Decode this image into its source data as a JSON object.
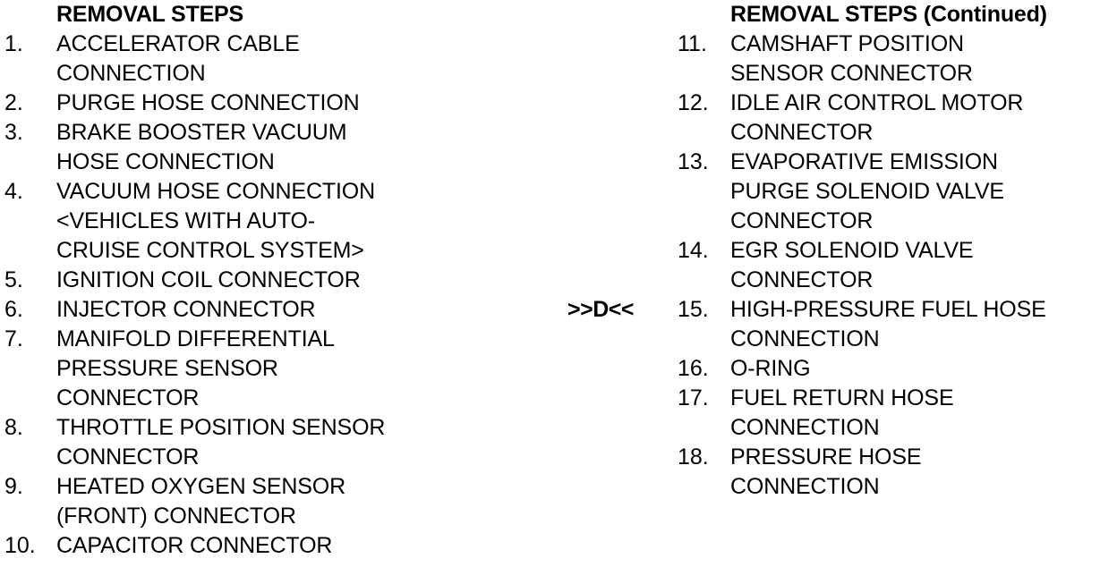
{
  "page": {
    "background_color": "#ffffff",
    "text_color": "#000000"
  },
  "left_column": {
    "heading": "REMOVAL STEPS",
    "steps": [
      {
        "number": "1.",
        "lines": [
          "ACCELERATOR CABLE",
          "CONNECTION"
        ]
      },
      {
        "number": "2.",
        "lines": [
          "PURGE HOSE CONNECTION"
        ]
      },
      {
        "number": "3.",
        "lines": [
          "BRAKE BOOSTER VACUUM",
          "HOSE CONNECTION"
        ]
      },
      {
        "number": "4.",
        "lines": [
          "VACUUM HOSE CONNECTION",
          "<VEHICLES WITH AUTO-",
          "CRUISE CONTROL SYSTEM>"
        ]
      },
      {
        "number": "5.",
        "lines": [
          "IGNITION COIL CONNECTOR"
        ]
      },
      {
        "number": "6.",
        "lines": [
          "INJECTOR CONNECTOR"
        ]
      },
      {
        "number": "7.",
        "lines": [
          "MANIFOLD DIFFERENTIAL",
          "PRESSURE SENSOR",
          "CONNECTOR"
        ]
      },
      {
        "number": "8.",
        "lines": [
          "THROTTLE POSITION SENSOR",
          "CONNECTOR"
        ]
      },
      {
        "number": "9.",
        "lines": [
          "HEATED OXYGEN SENSOR",
          "(FRONT) CONNECTOR"
        ]
      },
      {
        "number": "10.",
        "lines": [
          "CAPACITOR CONNECTOR"
        ]
      }
    ]
  },
  "right_column": {
    "heading": "REMOVAL STEPS (Continued)",
    "steps": [
      {
        "number": "11.",
        "lines": [
          "CAMSHAFT POSITION",
          "SENSOR CONNECTOR"
        ]
      },
      {
        "number": "12.",
        "lines": [
          "IDLE AIR CONTROL MOTOR",
          "CONNECTOR"
        ]
      },
      {
        "number": "13.",
        "lines": [
          "EVAPORATIVE EMISSION",
          "PURGE SOLENOID VALVE",
          "CONNECTOR"
        ]
      },
      {
        "number": "14.",
        "lines": [
          "EGR SOLENOID VALVE",
          "CONNECTOR"
        ]
      },
      {
        "number": "15.",
        "lines": [
          "HIGH-PRESSURE FUEL HOSE",
          "CONNECTION"
        ]
      },
      {
        "number": "16.",
        "lines": [
          "O-RING"
        ]
      },
      {
        "number": "17.",
        "lines": [
          "FUEL RETURN HOSE",
          "CONNECTION"
        ]
      },
      {
        "number": "18.",
        "lines": [
          "PRESSURE HOSE",
          "CONNECTION"
        ]
      }
    ]
  },
  "callout": {
    "marker": ">>D<<"
  }
}
